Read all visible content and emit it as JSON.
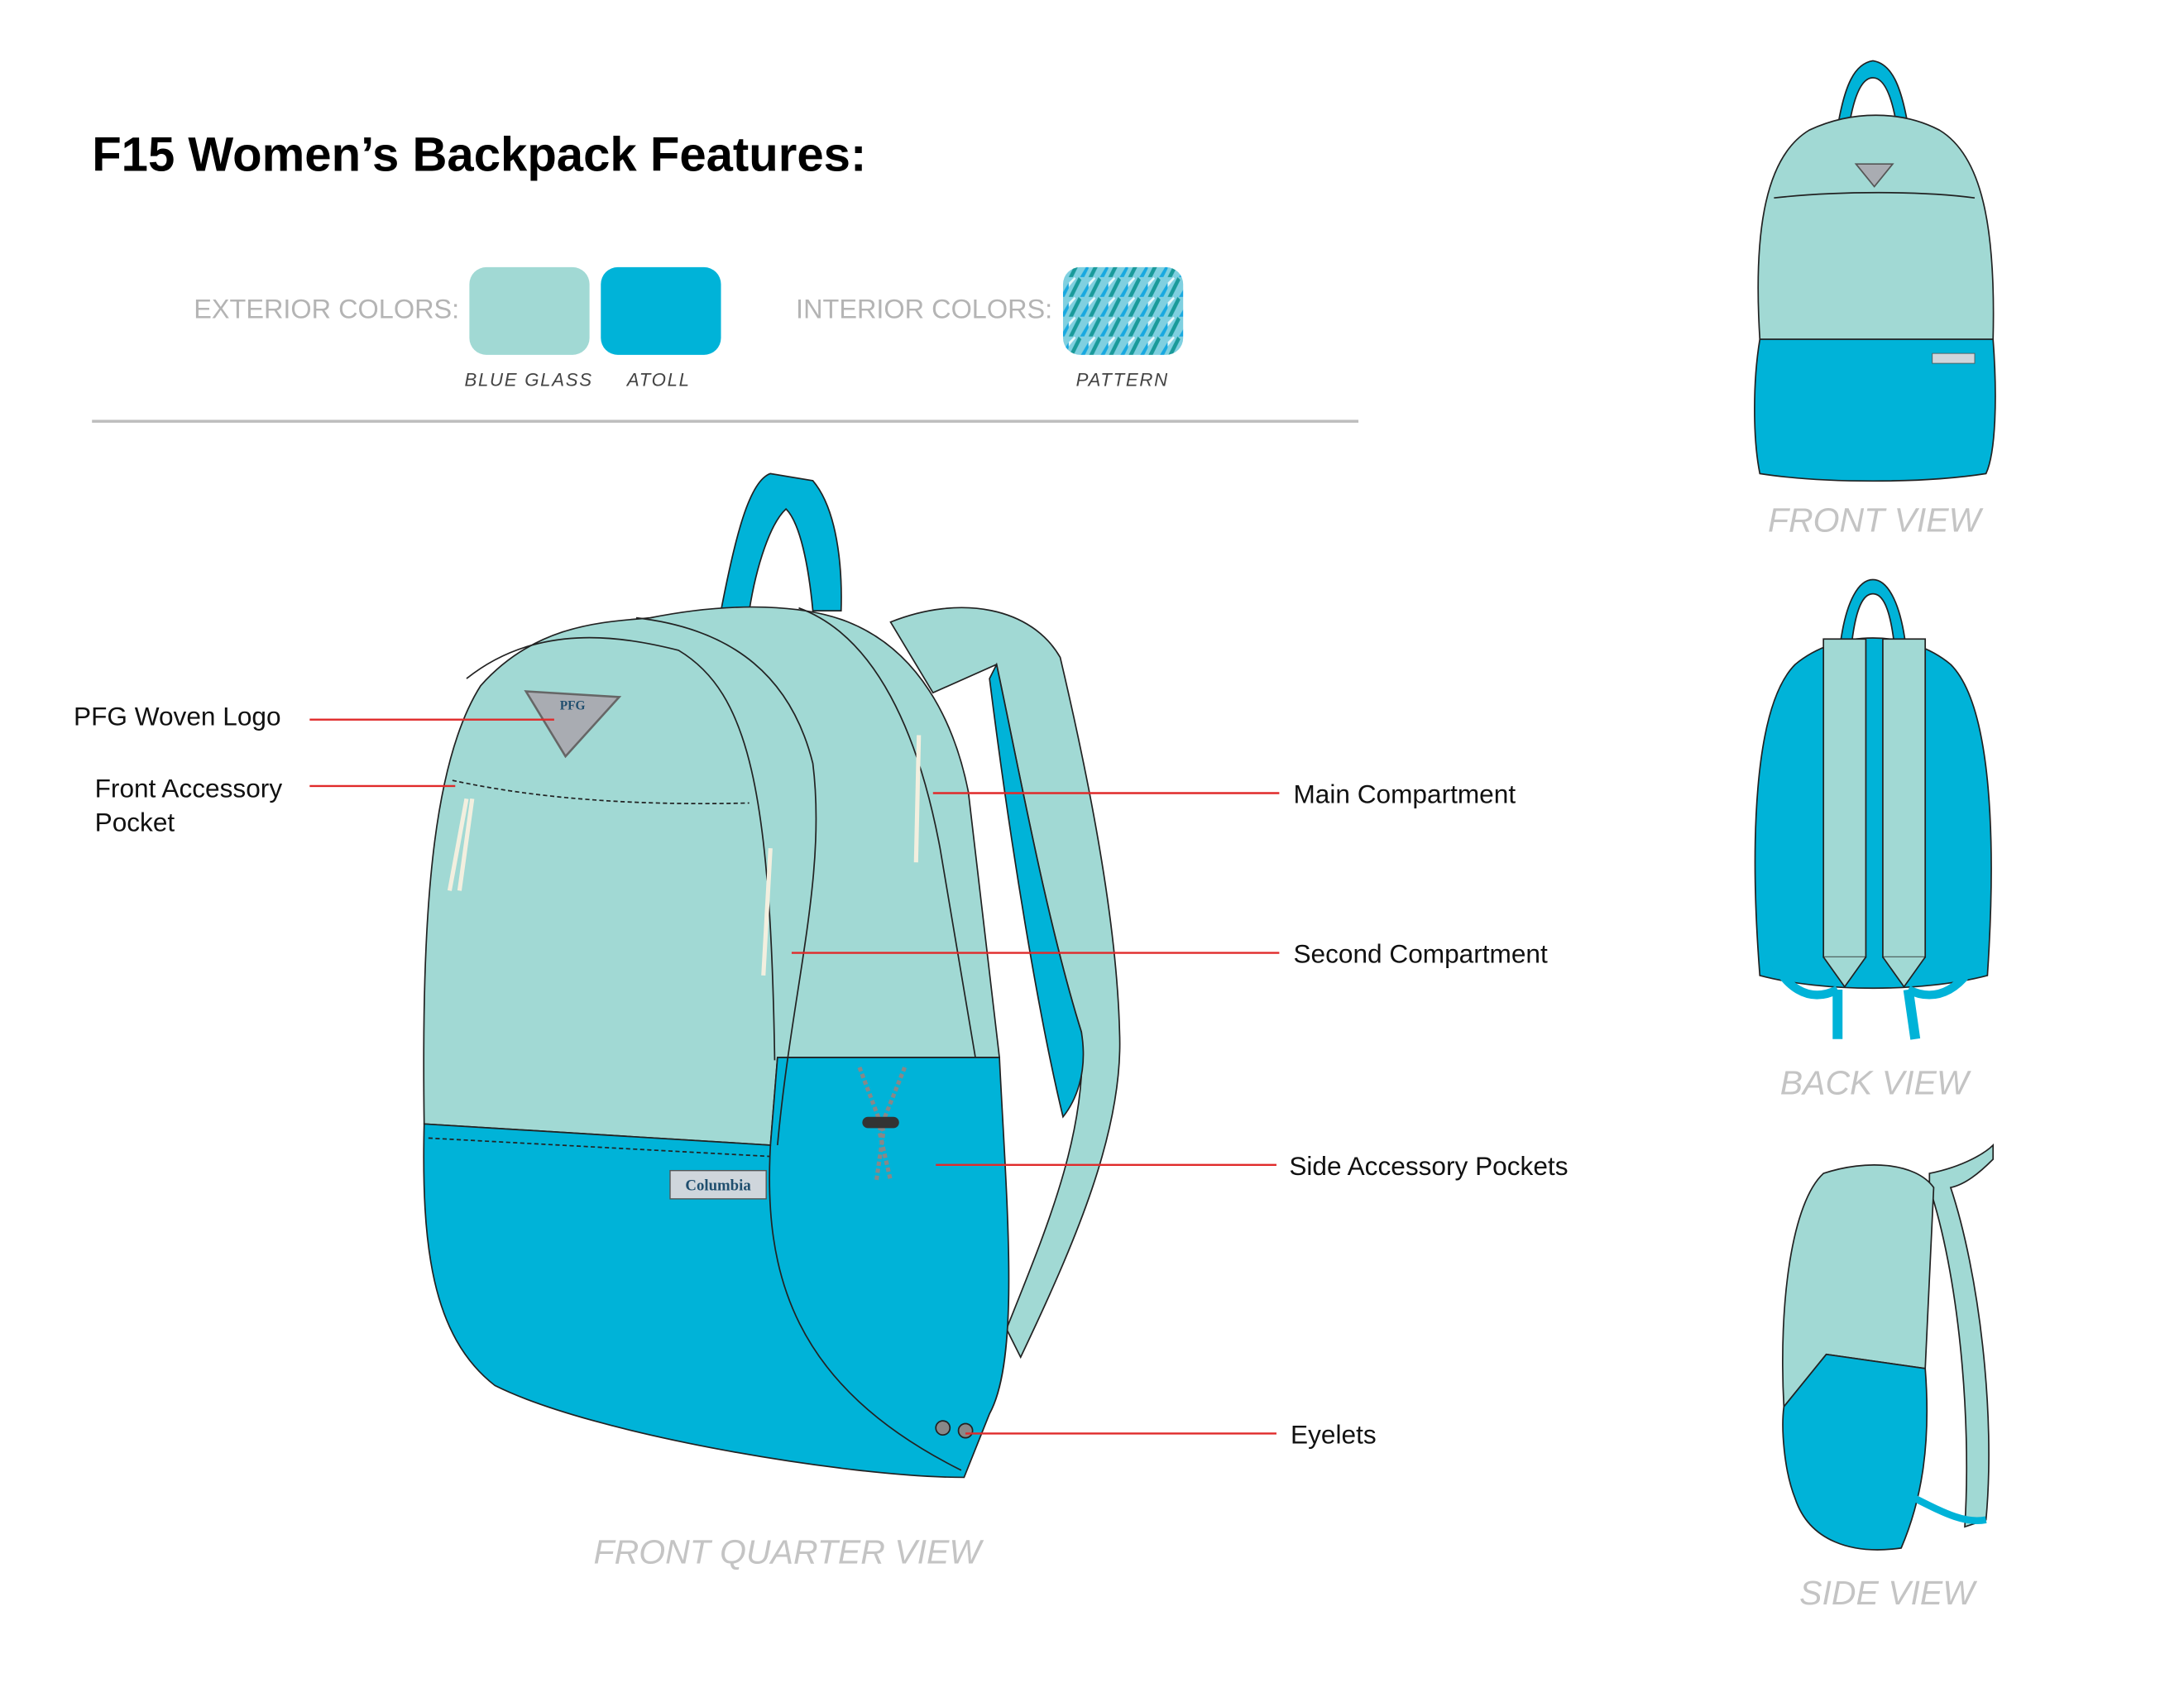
{
  "title": "F15 Women’s Backpack Features:",
  "colors": {
    "exterior_label": "EXTERIOR COLORS:",
    "interior_label": "INTERIOR COLORS:",
    "swatches": [
      {
        "name": "BLUE GLASS",
        "hex": "#a1d9d4"
      },
      {
        "name": "ATOLL",
        "hex": "#00b3d8"
      },
      {
        "name": "PATTERN",
        "hex": "#1ba0c8"
      }
    ]
  },
  "callouts": {
    "pfg_logo": "PFG Woven Logo",
    "front_pocket_1": "Front Accessory",
    "front_pocket_2": "Pocket",
    "main": "Main Compartment",
    "second": "Second Compartment",
    "side": "Side Accessory Pockets",
    "eyelets": "Eyelets"
  },
  "views": {
    "front_quarter": "FRONT QUARTER  VIEW",
    "front": "FRONT VIEW",
    "back": "BACK VIEW",
    "side": "SIDE VIEW"
  },
  "logo_text": {
    "pfg": "PFG",
    "brand": "Columbia"
  }
}
